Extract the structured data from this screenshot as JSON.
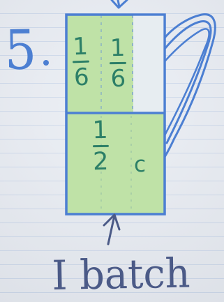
{
  "problem": {
    "number": "5",
    "dot": "."
  },
  "diagram": {
    "top_fraction_1": {
      "numerator": "1",
      "denominator": "6"
    },
    "top_fraction_2": {
      "numerator": "1",
      "denominator": "6"
    },
    "bottom_fraction": {
      "numerator": "1",
      "denominator": "2"
    },
    "unit": "c"
  },
  "annotation": {
    "label": "I batch"
  },
  "colors": {
    "paper": "#e9edf4",
    "ruled_line": "#cdd9ec",
    "blue_ink": "#4d7fd0",
    "green_fill": "#bfe2a8",
    "green_text": "#2d7f67",
    "label_ink": "#4b5a86"
  },
  "icons": {
    "top_arrow": "arrow-down-icon",
    "bottom_arrow": "arrow-up-icon",
    "cup_handle": "cup-handle-icon"
  }
}
